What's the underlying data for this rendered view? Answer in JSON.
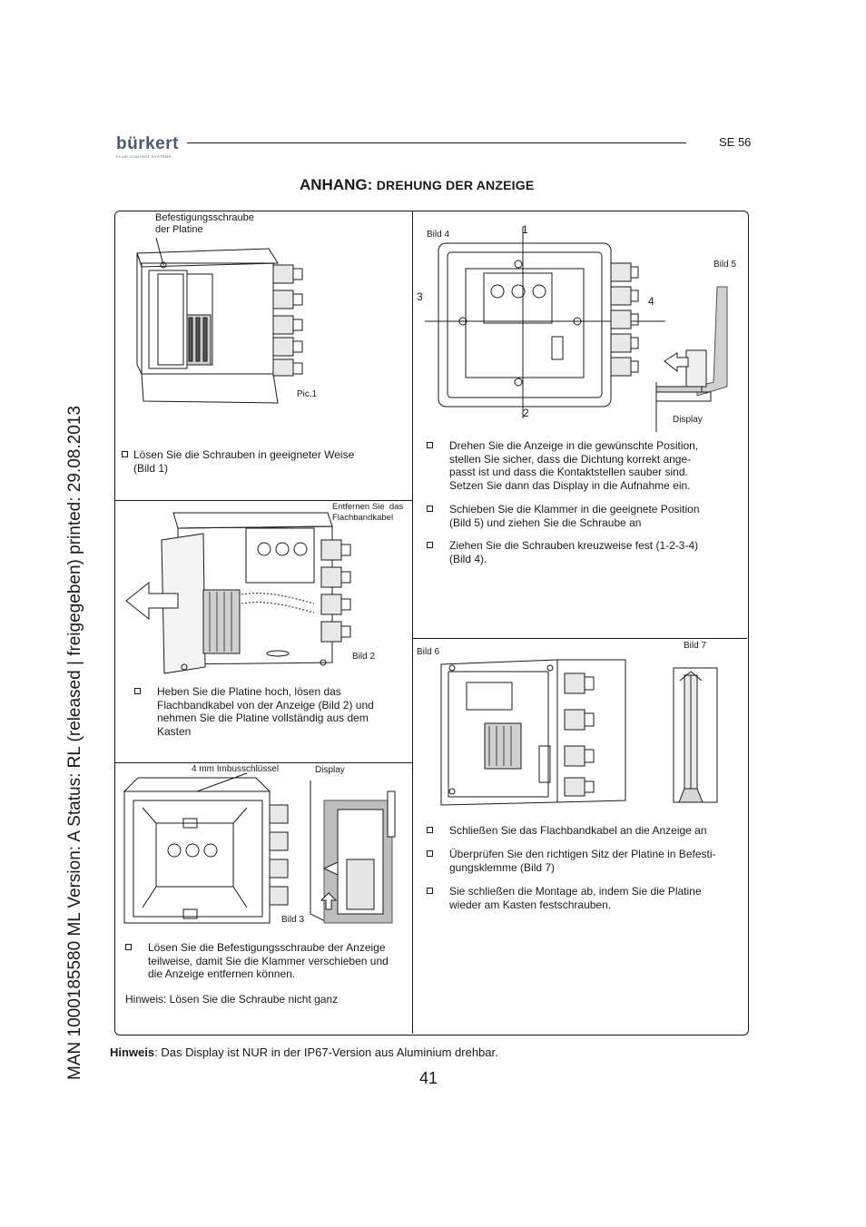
{
  "side_text": "MAN  1000185580  ML  Version: A  Status: RL (released | freigegeben)  printed: 29.08.2013",
  "header": {
    "brand": "bürkert",
    "brand_tagline": "FLUID CONTROL SYSTEMS",
    "doc_code": "SE 56"
  },
  "section": {
    "title_main": "ANHANG:",
    "title_sub": "DREHUNG DER ANZEIGE"
  },
  "panels": {
    "pic1": {
      "label_screw": "Befestigungsschraube\nder Platine",
      "caption": "Pic.1",
      "bullets": [
        "Lösen Sie die Schrauben in geeigneter Weise\n(Bild 1)"
      ]
    },
    "bild2": {
      "label_cable": "Entfernen Sie  das\nFlachbandkabel",
      "caption": "Bild 2",
      "bullets": [
        "Heben Sie die Platine hoch, lösen das\nFlachbandkabel von der Anzeige (Bild 2) und\nnehmen Sie die Platine vollständig aus dem\nKasten"
      ]
    },
    "bild3": {
      "label_key": "4 mm Imbusschlüssel",
      "label_display": "Display",
      "caption": "Bild 3",
      "bullets": [
        "Lösen Sie die Befestigungsschraube der Anzeige\nteilweise, damit Sie die Klammer verschieben und\ndie Anzeige entfernen können."
      ],
      "hint": "Hinweis: Lösen Sie die Schraube nicht ganz"
    },
    "bild4": {
      "caption": "Bild 4",
      "markers": [
        "1",
        "2",
        "3",
        "4"
      ],
      "bild5_caption": "Bild 5",
      "display_label": "Display",
      "bullets": [
        "Drehen Sie die Anzeige in die gewünschte Position,\nstellen Sie sicher, dass die Dichtung korrekt ange-\npasst ist und dass die Kontaktstellen sauber sind.\nSetzen Sie dann das Display in die Aufnahme ein.",
        "Schieben Sie die Klammer in die geeignete Position\n(Bild 5) und ziehen Sie die Schraube an",
        "Ziehen Sie die Schrauben kreuzweise fest (1-2-3-4)\n(Bild 4)."
      ]
    },
    "bild6": {
      "caption": "Bild 6",
      "bild7_caption": "Bild 7",
      "bullets": [
        "Schließen Sie das Flachbandkabel an die Anzeige an",
        "Überprüfen Sie den richtigen Sitz der Platine in Befesti-\ngungsklemme (Bild 7)",
        "Sie schließen die Montage ab, indem Sie die Platine\nwieder am Kasten festschrauben."
      ]
    }
  },
  "footnote": {
    "bold": "Hinweis",
    "text": ": Das Display ist NUR in der IP67-Version aus Aluminium drehbar."
  },
  "page_number": "41"
}
